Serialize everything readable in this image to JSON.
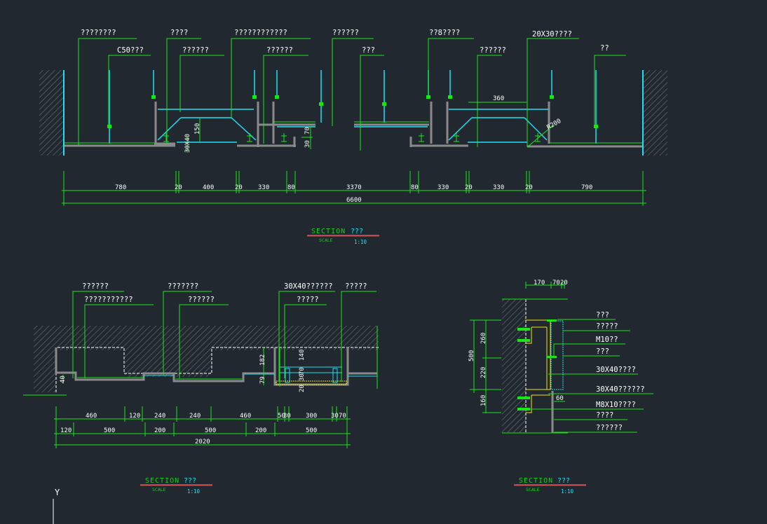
{
  "drawing": {
    "background": "#212830",
    "colors": {
      "leader": "#19e619",
      "cyan": "#1fe0f0",
      "grey": "#8a8a8a",
      "yellow": "#f2e20a",
      "hatch": "#7a7a7a",
      "title_underline": "#e01818"
    }
  },
  "section1": {
    "labels": [
      "????????",
      "C50???",
      "????",
      "??????",
      "????????????",
      "??????",
      "??????",
      "???",
      "??8????",
      "??????",
      "20X30????",
      "??"
    ],
    "inner_dims": [
      "150",
      "30X40",
      "70",
      "30",
      "360",
      "R200"
    ],
    "dim_row1": [
      "780",
      "20",
      "400",
      "20",
      "330",
      "80",
      "3370",
      "80",
      "330",
      "20",
      "330",
      "20",
      "790"
    ],
    "total": "6600",
    "title": {
      "section": "SECTION",
      "code": "???",
      "scale_label": "SCALE",
      "scale": "1:10"
    }
  },
  "section2": {
    "labels": [
      "??????",
      "???????????",
      "???????",
      "??????",
      "30X40??????",
      "?????",
      "?????"
    ],
    "inner_dims": [
      "40",
      "182",
      "79",
      "140",
      "70",
      "30",
      "20"
    ],
    "dim_row1": [
      "460",
      "120",
      "240",
      "240",
      "460",
      "50",
      "30",
      "300",
      "30",
      "70"
    ],
    "dim_row2": [
      "120",
      "500",
      "200",
      "500",
      "200",
      "500"
    ],
    "total": "2020",
    "title": {
      "section": "SECTION",
      "code": "???",
      "scale_label": "SCALE",
      "scale": "1:10"
    }
  },
  "section3": {
    "labels": [
      "???",
      "?????",
      "M10??",
      "???",
      "30X40????",
      "30X40??????",
      "M8X10????",
      "????",
      "??????"
    ],
    "top_dims": [
      "170",
      "70",
      "20"
    ],
    "side_dims": [
      "260",
      "220",
      "160"
    ],
    "side_total": "500",
    "inner_dim": "60",
    "title": {
      "section": "SECTION",
      "code": "???",
      "scale_label": "SCALE",
      "scale": "1:10"
    }
  },
  "ucs": {
    "axis_label": "Y"
  }
}
